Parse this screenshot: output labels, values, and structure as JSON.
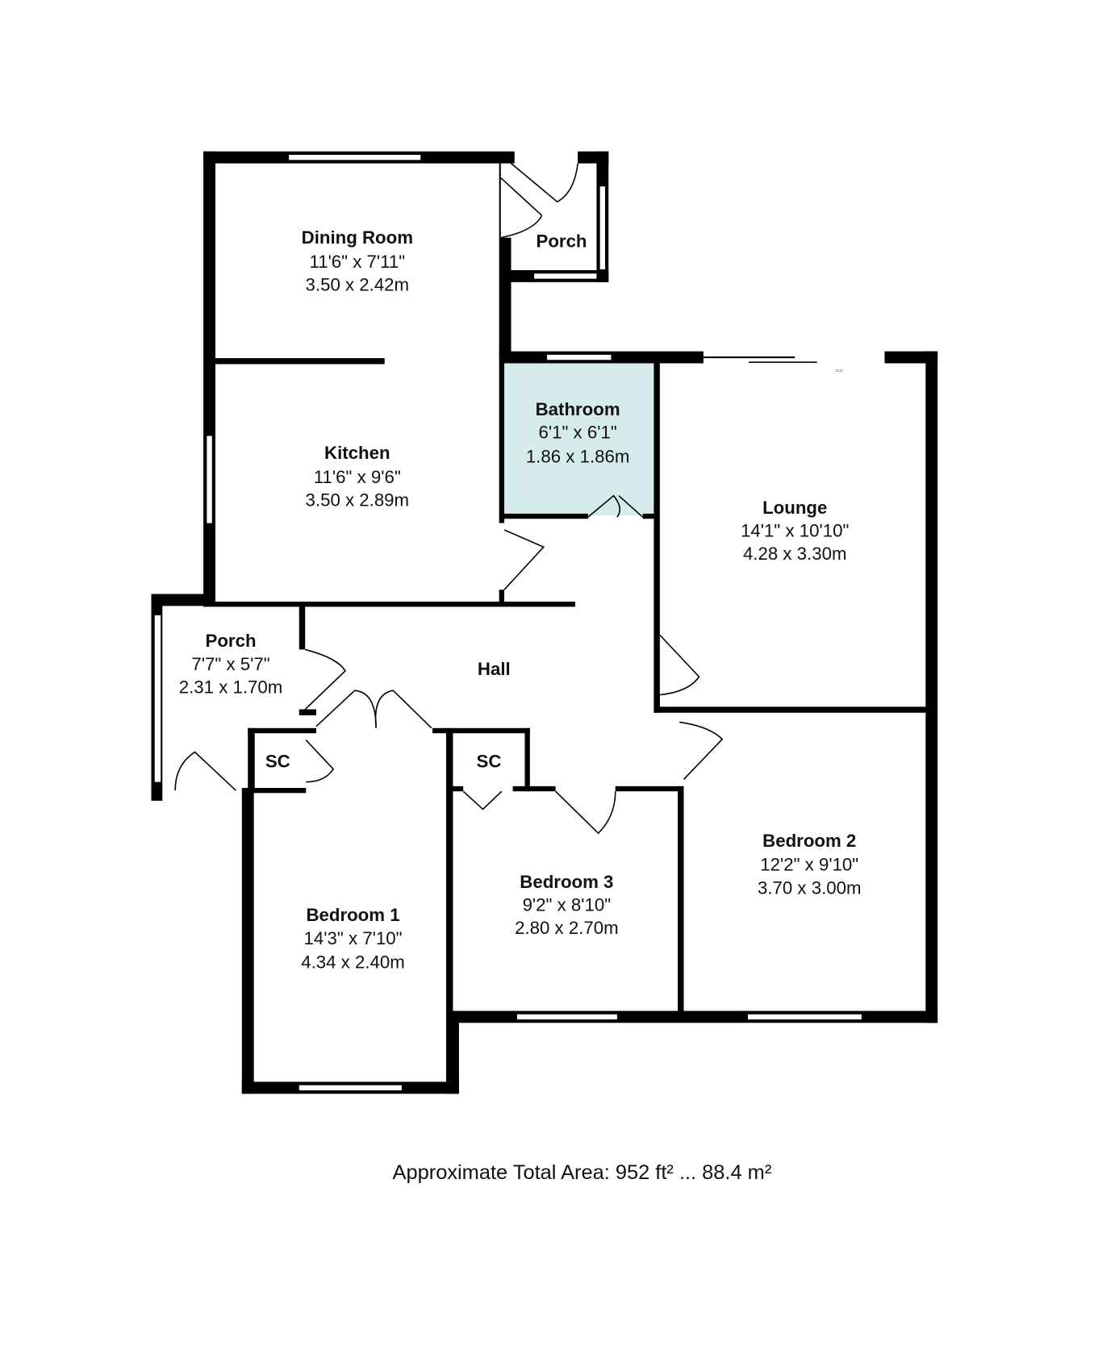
{
  "rooms": {
    "dining": {
      "name": "Dining Room",
      "imperial": "11'6\" x 7'11\"",
      "metric": "3.50 x 2.42m"
    },
    "porch_top": {
      "name": "Porch"
    },
    "kitchen": {
      "name": "Kitchen",
      "imperial": "11'6\" x 9'6\"",
      "metric": "3.50 x 2.89m"
    },
    "bathroom": {
      "name": "Bathroom",
      "imperial": "6'1\" x 6'1\"",
      "metric": "1.86 x 1.86m"
    },
    "lounge": {
      "name": "Lounge",
      "imperial": "14'1\" x 10'10\"",
      "metric": "4.28 x 3.30m"
    },
    "porch_left": {
      "name": "Porch",
      "imperial": "7'7\" x 5'7\"",
      "metric": "2.31 x 1.70m"
    },
    "hall": {
      "name": "Hall"
    },
    "sc1": {
      "name": "SC"
    },
    "sc2": {
      "name": "SC"
    },
    "bedroom1": {
      "name": "Bedroom 1",
      "imperial": "14'3\" x 7'10\"",
      "metric": "4.34 x 2.40m"
    },
    "bedroom3": {
      "name": "Bedroom 3",
      "imperial": "9'2\" x 8'10\"",
      "metric": "2.80 x 2.70m"
    },
    "bedroom2": {
      "name": "Bedroom 2",
      "imperial": "12'2\" x 9'10\"",
      "metric": "3.70 x 3.00m"
    }
  },
  "total_area": "Approximate Total Area: 952 ft² ... 88.4 m²",
  "colors": {
    "bathroom_fill": "#d6ecec",
    "wall": "#000000"
  }
}
